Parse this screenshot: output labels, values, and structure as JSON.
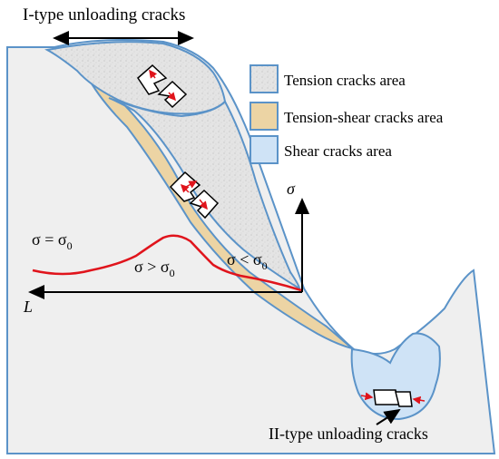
{
  "labels": {
    "top_title": "I-type unloading cracks",
    "bottom_title": "II-type unloading cracks",
    "sigma_axis": "σ",
    "length_axis": "L",
    "stress_equal": "σ = σ",
    "stress_greater": "σ > σ",
    "stress_less": "σ < σ",
    "subscript_zero": "0"
  },
  "legend": [
    {
      "label": "Tension cracks area",
      "color": "#e6e6e6"
    },
    {
      "label": "Tension-shear cracks area",
      "color": "#ecd4a4"
    },
    {
      "label": "Shear cracks area",
      "color": "#cfe3f6"
    }
  ],
  "colors": {
    "outline": "#5b93c8",
    "slope_fill": "#efefef",
    "stress_curve": "#e0141c",
    "arrow": "#000000"
  }
}
